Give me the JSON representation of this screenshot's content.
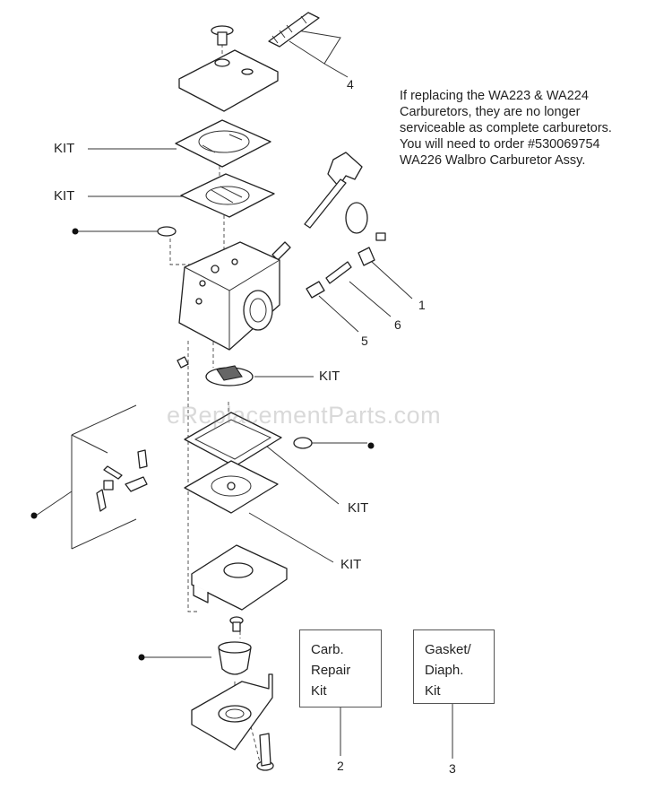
{
  "note": {
    "lines": [
      "If replacing the WA223 & WA224",
      "Carburetors, they are no longer",
      "serviceable as complete carburetors.",
      "You will need to order #530069754",
      "WA226 Walbro Carburetor Assy."
    ]
  },
  "callouts": {
    "kit_label": "KIT",
    "n1": "1",
    "n2": "2",
    "n3": "3",
    "n4": "4",
    "n5": "5",
    "n6": "6"
  },
  "boxes": {
    "carb_repair_kit": [
      "Carb.",
      "Repair",
      "Kit"
    ],
    "gasket_diaph_kit": [
      "Gasket/",
      "Diaph.",
      "Kit"
    ]
  },
  "watermark": "eReplacementParts.com"
}
